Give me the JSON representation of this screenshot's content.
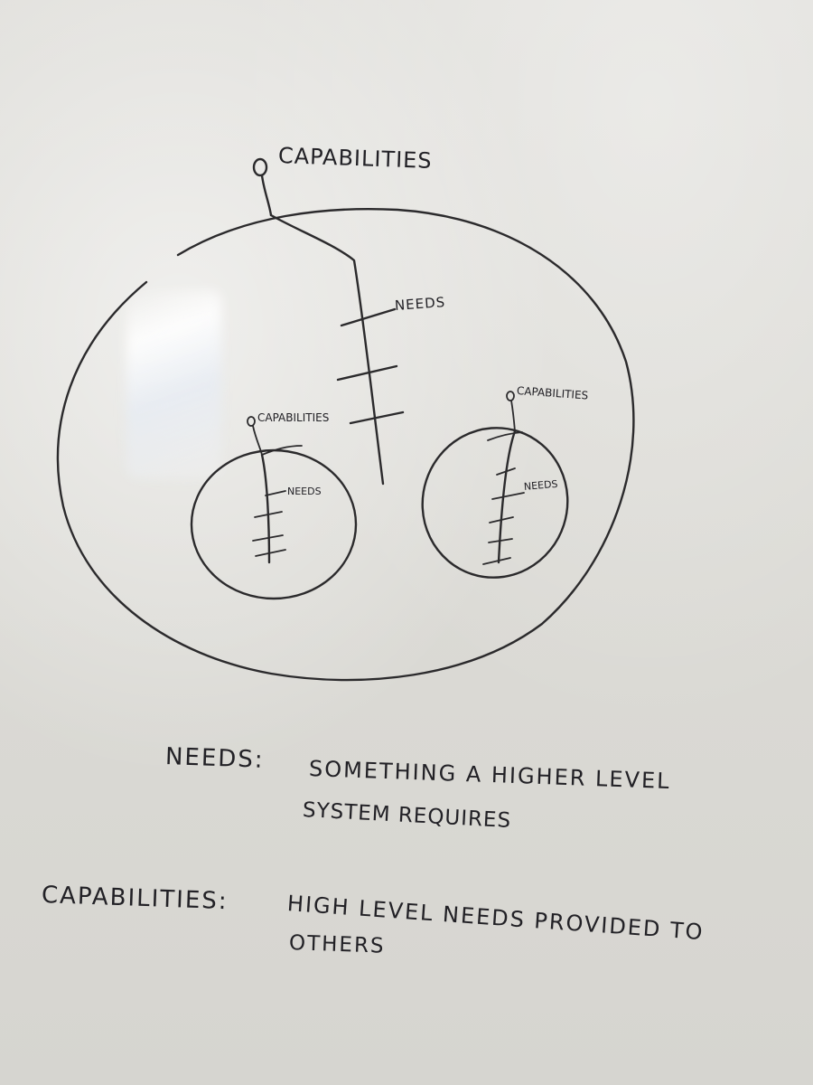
{
  "diagram": {
    "top_label": "CAPABILITIES",
    "main_branch_label": "NEEDS",
    "left_child": {
      "capabilities_label": "Capabilities",
      "needs_label": "Needs"
    },
    "right_child": {
      "capabilities_label": "Capabilities",
      "needs_label": "Needs"
    }
  },
  "definitions": {
    "needs": {
      "term": "Needs:",
      "line1": "Something a higher level",
      "line2": "system requires"
    },
    "capabilities": {
      "term": "Capabilities:",
      "line1": "High level needs provided to",
      "line2": "others"
    }
  },
  "colors": {
    "ink": "#2b2a2c",
    "board": "#dcdbd6"
  }
}
